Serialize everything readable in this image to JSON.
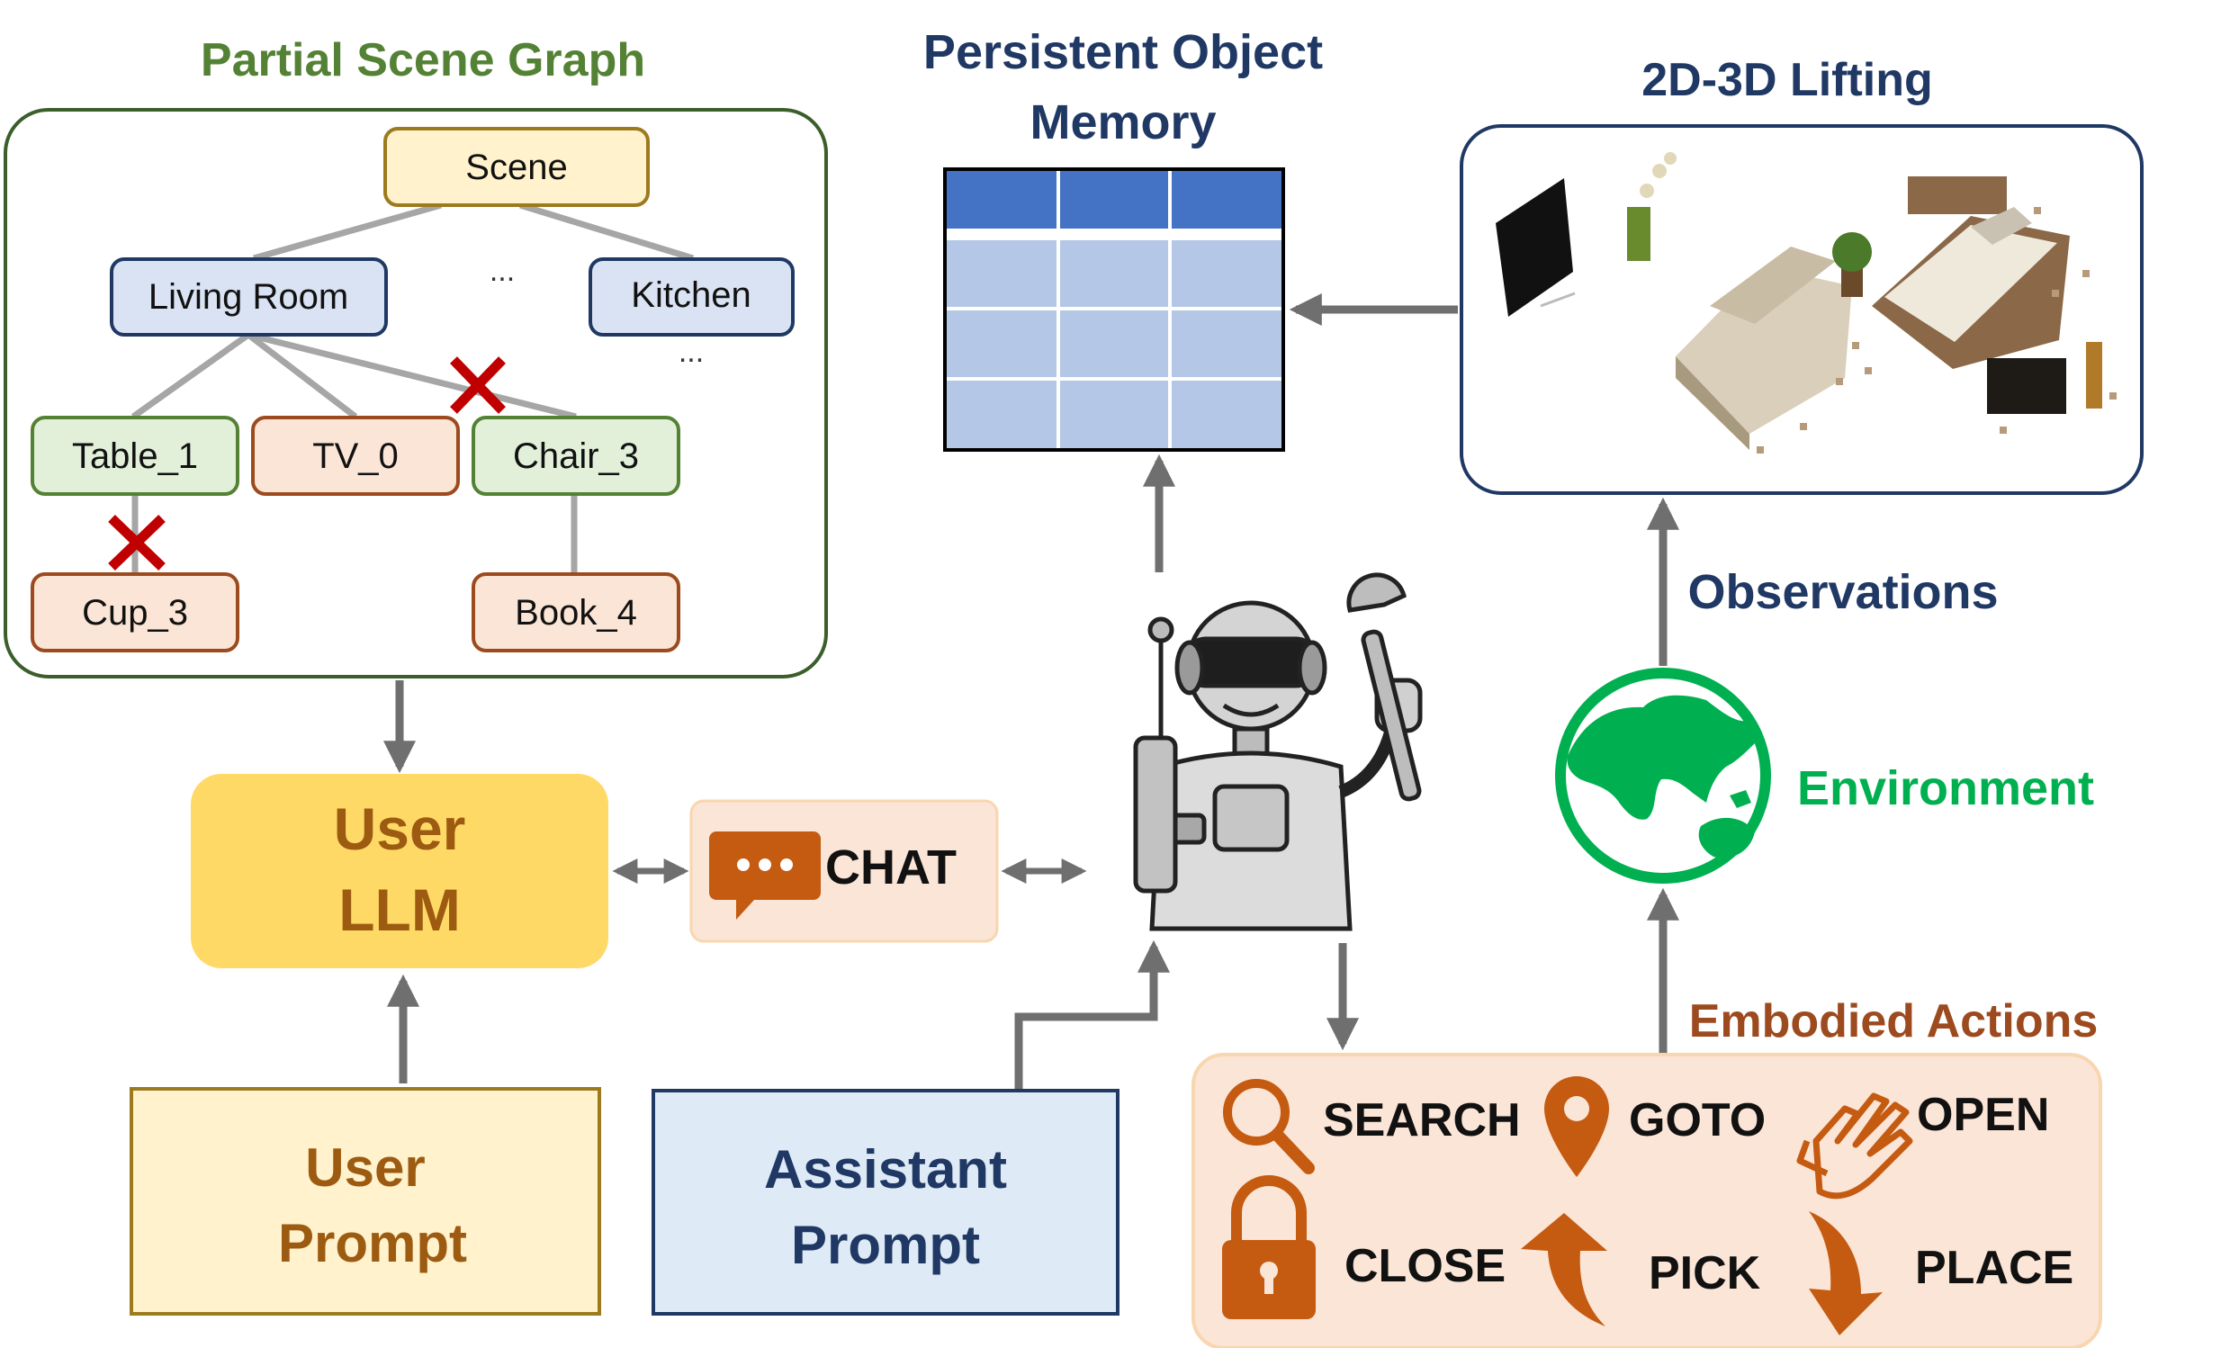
{
  "scene_graph": {
    "title": "Partial Scene Graph",
    "nodes": {
      "scene": "Scene",
      "living_room": "Living Room",
      "kitchen": "Kitchen",
      "ellipsis_rooms": "...",
      "ellipsis_kitchen": "...",
      "table": "Table_1",
      "tv": "TV_0",
      "chair": "Chair_3",
      "cup": "Cup_3",
      "book": "Book_4"
    }
  },
  "memory": {
    "title_line1": "Persistent Object",
    "title_line2": "Memory"
  },
  "lifting": {
    "title": "2D-3D Lifting"
  },
  "observations": "Observations",
  "environment": "Environment",
  "user_llm": {
    "line1": "User",
    "line2": "LLM"
  },
  "chat": "CHAT",
  "user_prompt": {
    "line1": "User",
    "line2": "Prompt"
  },
  "assistant_prompt": {
    "line1": "Assistant",
    "line2": "Prompt"
  },
  "actions": {
    "title": "Embodied Actions",
    "search": "SEARCH",
    "goto": "GOTO",
    "open": "OPEN",
    "close": "CLOSE",
    "pick": "PICK",
    "place": "PLACE"
  },
  "colors": {
    "green_title": "#548235",
    "navy": "#203864",
    "brown": "#9C5B11",
    "env_green": "#00B050",
    "orange": "#C55A11",
    "arrow": "#6f6f6f",
    "table_header": "#4472C4",
    "table_cell": "#B4C7E7"
  }
}
